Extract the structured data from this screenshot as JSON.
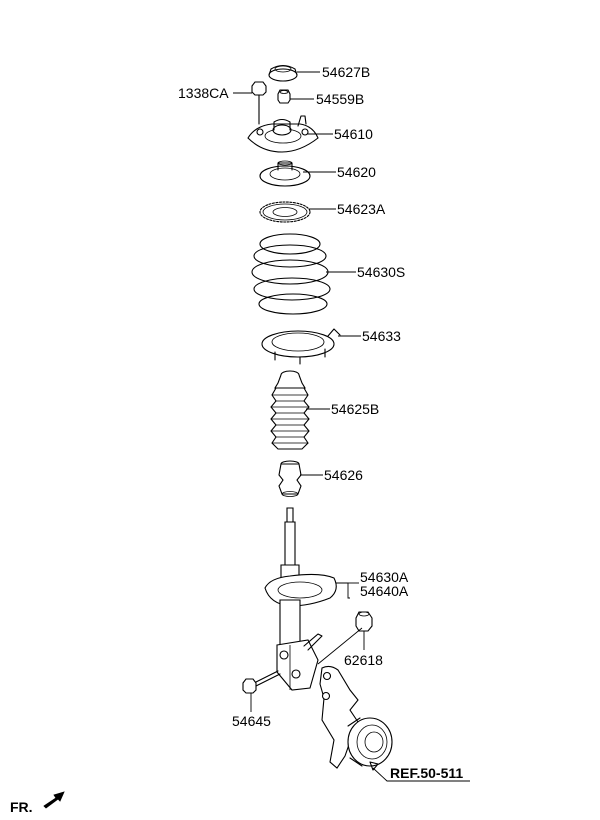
{
  "callouts": {
    "p54627B": "54627B",
    "p1338CA": "1338CA",
    "p54559B": "54559B",
    "p54610": "54610",
    "p54620": "54620",
    "p54623A": "54623A",
    "p54630S": "54630S",
    "p54633": "54633",
    "p54625B": "54625B",
    "p54626": "54626",
    "p54630A": "54630A",
    "p54640A": "54640A",
    "p62618": "62618",
    "p54645": "54645",
    "ref": "REF.50-511"
  },
  "direction": {
    "label": "FR."
  }
}
